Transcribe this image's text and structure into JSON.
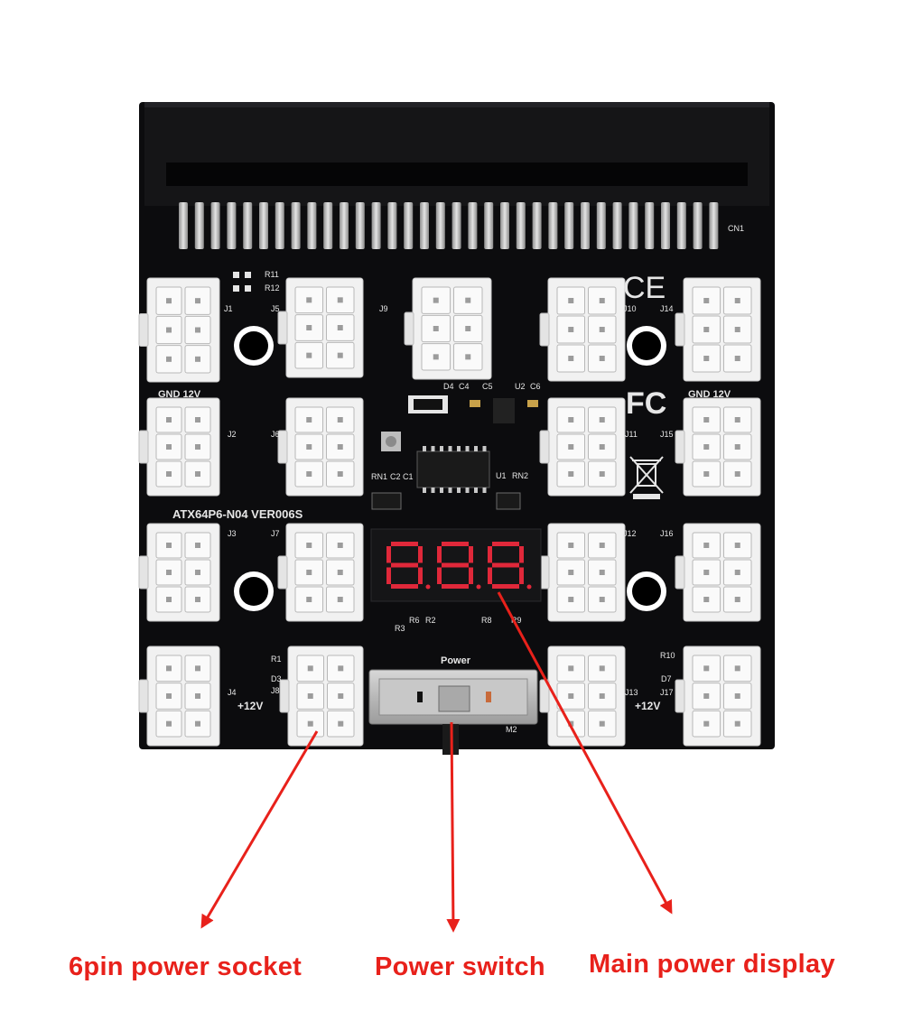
{
  "board": {
    "model": "ATX64P6-N04 VER006S",
    "main_connector_ref": "CN1",
    "switch_caption": "Power",
    "switch_ref": "M2",
    "gnd_12v_left": "GND  12V",
    "gnd_12v_right": "GND  12V",
    "plus12v_left": "+12V",
    "plus12v_right": "+12V",
    "ce_mark": "CE",
    "fcc_mark": "FC",
    "display_digits": "888",
    "connectors": [
      {
        "ref": "J1"
      },
      {
        "ref": "J2"
      },
      {
        "ref": "J3"
      },
      {
        "ref": "J4"
      },
      {
        "ref": "J5"
      },
      {
        "ref": "J6"
      },
      {
        "ref": "J7"
      },
      {
        "ref": "J8"
      },
      {
        "ref": "J9"
      },
      {
        "ref": "J10"
      },
      {
        "ref": "J11"
      },
      {
        "ref": "J12"
      },
      {
        "ref": "J13"
      },
      {
        "ref": "J14"
      },
      {
        "ref": "J15"
      },
      {
        "ref": "J16"
      },
      {
        "ref": "J17"
      }
    ],
    "component_refs": {
      "r11": "R11",
      "r12": "R12",
      "d4": "D4",
      "c4": "C4",
      "c5": "C5",
      "u2": "U2",
      "c6": "C6",
      "rn1": "RN1",
      "c2": "C2",
      "c1": "C1",
      "u1": "U1",
      "rn2": "RN2",
      "r3": "R3",
      "r6": "R6",
      "r2": "R2",
      "r8": "R8",
      "r9": "R9",
      "r1": "R1",
      "d3": "D3",
      "r10": "R10",
      "d7": "D7"
    }
  },
  "callouts": {
    "socket": "6pin power socket",
    "switch": "Power switch",
    "display": "Main power display"
  },
  "colors": {
    "pcb": "#0c0c0e",
    "socket": "#f1f1f1",
    "silkscreen": "#e6e6e6",
    "display_segment": "#e0283a",
    "arrow": "#e8211b"
  }
}
